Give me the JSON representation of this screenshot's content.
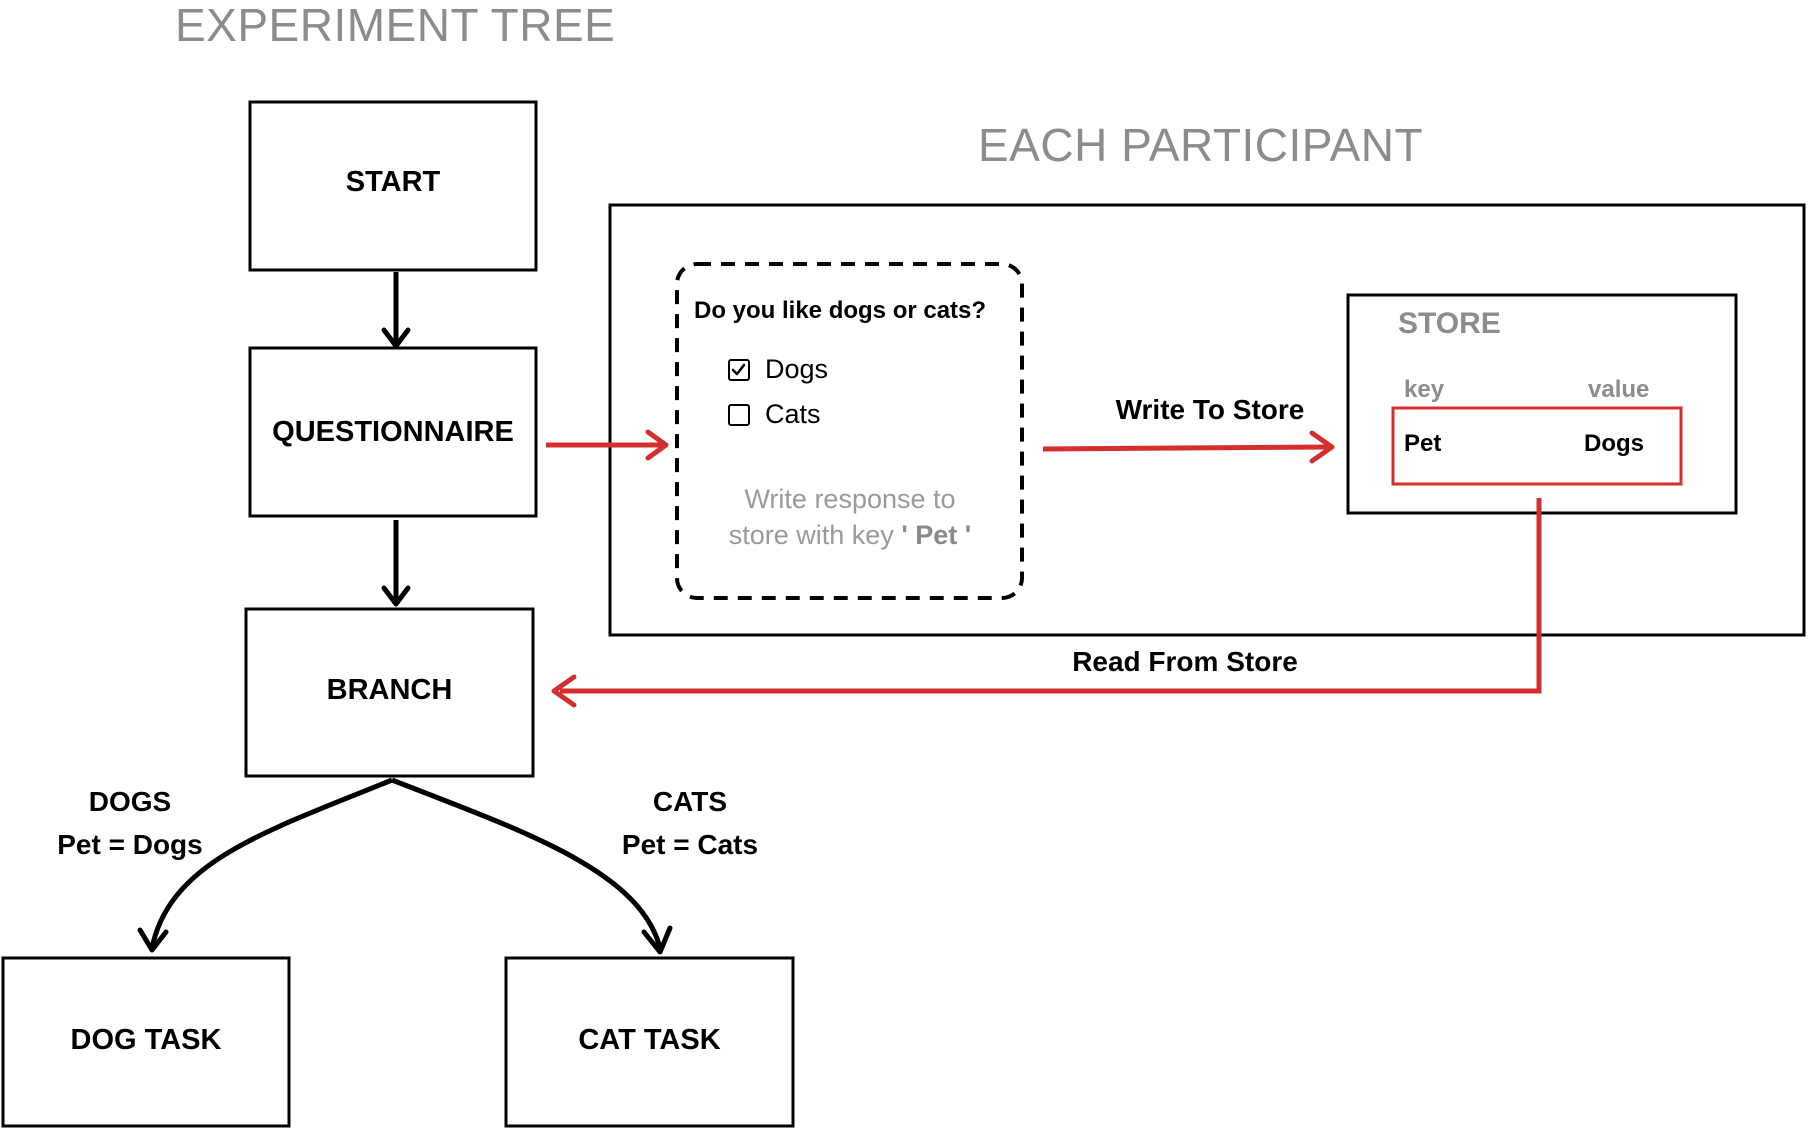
{
  "headings": {
    "tree": "EXPERIMENT TREE",
    "participant": "EACH PARTICIPANT"
  },
  "nodes": {
    "start": "START",
    "questionnaire": "QUESTIONNAIRE",
    "branch": "BRANCH",
    "dog_task": "DOG TASK",
    "cat_task": "CAT TASK"
  },
  "questionnaire_card": {
    "question": "Do you like dogs or cats?",
    "options": [
      {
        "label": "Dogs",
        "checked": true
      },
      {
        "label": "Cats",
        "checked": false
      }
    ],
    "hint_line1": "Write response to",
    "hint_line2_prefix": "store with key",
    "hint_key": "' Pet '"
  },
  "store": {
    "title": "STORE",
    "key_header": "key",
    "value_header": "value",
    "key": "Pet",
    "value": "Dogs"
  },
  "edges": {
    "write": "Write To Store",
    "read": "Read From Store",
    "dogs_title": "DOGS",
    "dogs_condition": "Pet = Dogs",
    "cats_title": "CATS",
    "cats_condition": "Pet = Cats"
  },
  "colors": {
    "accent_red": "#d32f2f",
    "muted_gray": "#8c8c8c"
  }
}
